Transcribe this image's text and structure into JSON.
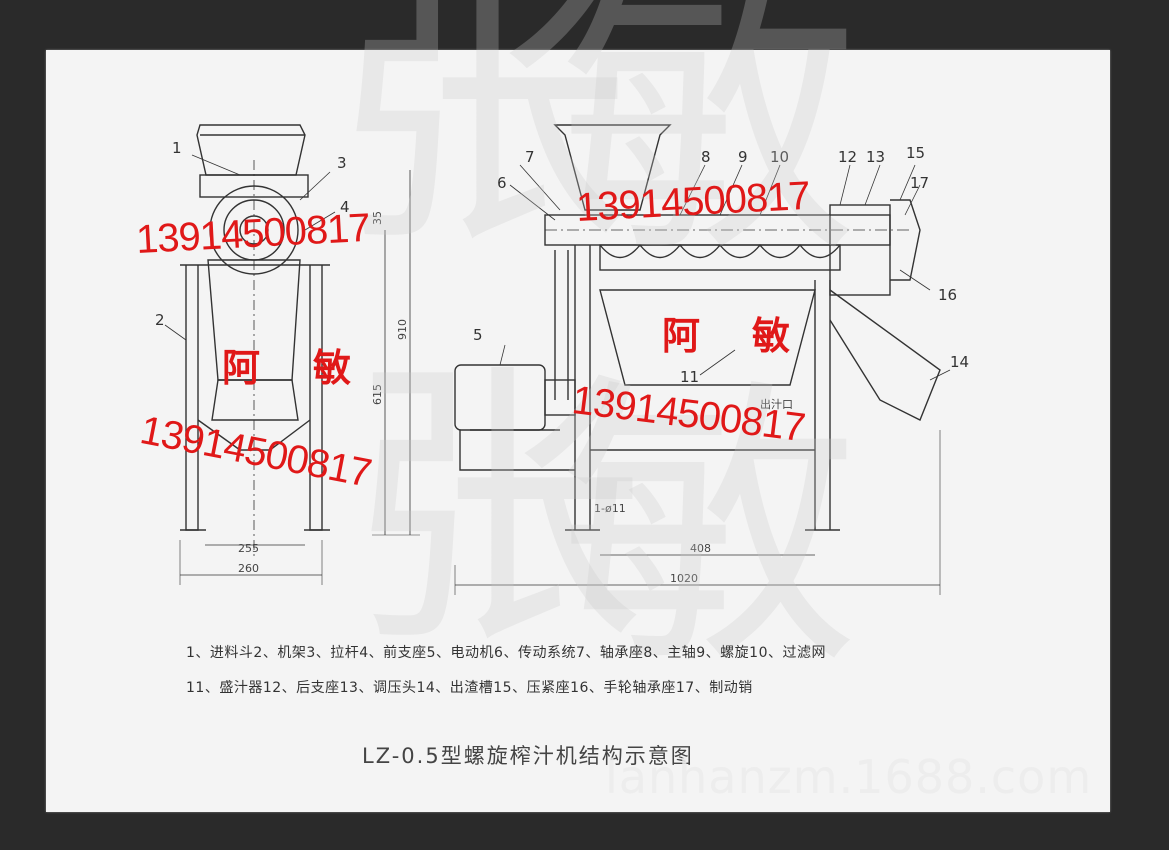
{
  "drawing": {
    "part_numbers": [
      "1",
      "2",
      "3",
      "4",
      "5",
      "6",
      "7",
      "8",
      "9",
      "10",
      "12",
      "13",
      "15",
      "17",
      "16",
      "14",
      "11"
    ],
    "dimensions": {
      "d255": "255",
      "d260": "260",
      "d910": "910",
      "d615": "615",
      "d408": "408",
      "d1020": "1020",
      "d35": "35",
      "hole": "1-ø11",
      "outlet": "出汁口"
    }
  },
  "legend": {
    "line1": "1、进料斗2、机架3、拉杆4、前支座5、电动机6、传动系统7、轴承座8、主轴9、螺旋10、过滤网",
    "line2": "11、盛汁器12、后支座13、调压头14、出渣槽15、压紧座16、手轮轴承座17、制动销"
  },
  "caption": "LZ-0.5型螺旋榨汁机结构示意图",
  "overlay": {
    "phone": "13914500817",
    "name_a": "阿",
    "name_b": "敏",
    "watermark_a": "张",
    "watermark_b": "敏",
    "site": "lanhanzm.1688.com"
  },
  "colors": {
    "stamp_red": "#e01818",
    "ink": "#333333",
    "paper": "#f4f4f4",
    "border": "#2a2a2a"
  }
}
